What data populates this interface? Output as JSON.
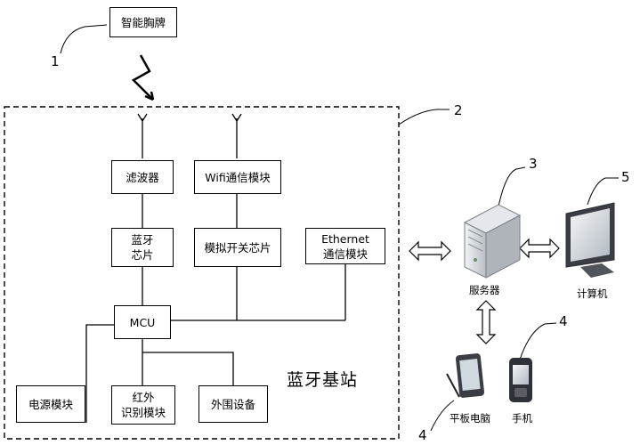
{
  "badge": {
    "label": "智能胸牌",
    "number": "1"
  },
  "station": {
    "number": "2",
    "title": "蓝牙基站",
    "blocks": {
      "filter": "滤波器",
      "wifi": "Wifi通信模块",
      "bt_line1": "蓝牙",
      "bt_line2": "芯片",
      "analog_switch": "模拟开关芯片",
      "eth_line1": "Ethernet",
      "eth_line2": "通信模块",
      "mcu": "MCU",
      "power": "电源模块",
      "ir_line1": "红外",
      "ir_line2": "识别模块",
      "peripheral": "外围设备"
    }
  },
  "server": {
    "label": "服务器",
    "number": "3"
  },
  "computer": {
    "label": "计算机",
    "number": "5"
  },
  "tablet": {
    "label": "平板电脑",
    "number": "4"
  },
  "phone": {
    "label": "手机",
    "number": "4"
  },
  "colors": {
    "line": "#000000",
    "device_gray": "#c8ccd0",
    "screen_green": "#a8c8b0"
  }
}
